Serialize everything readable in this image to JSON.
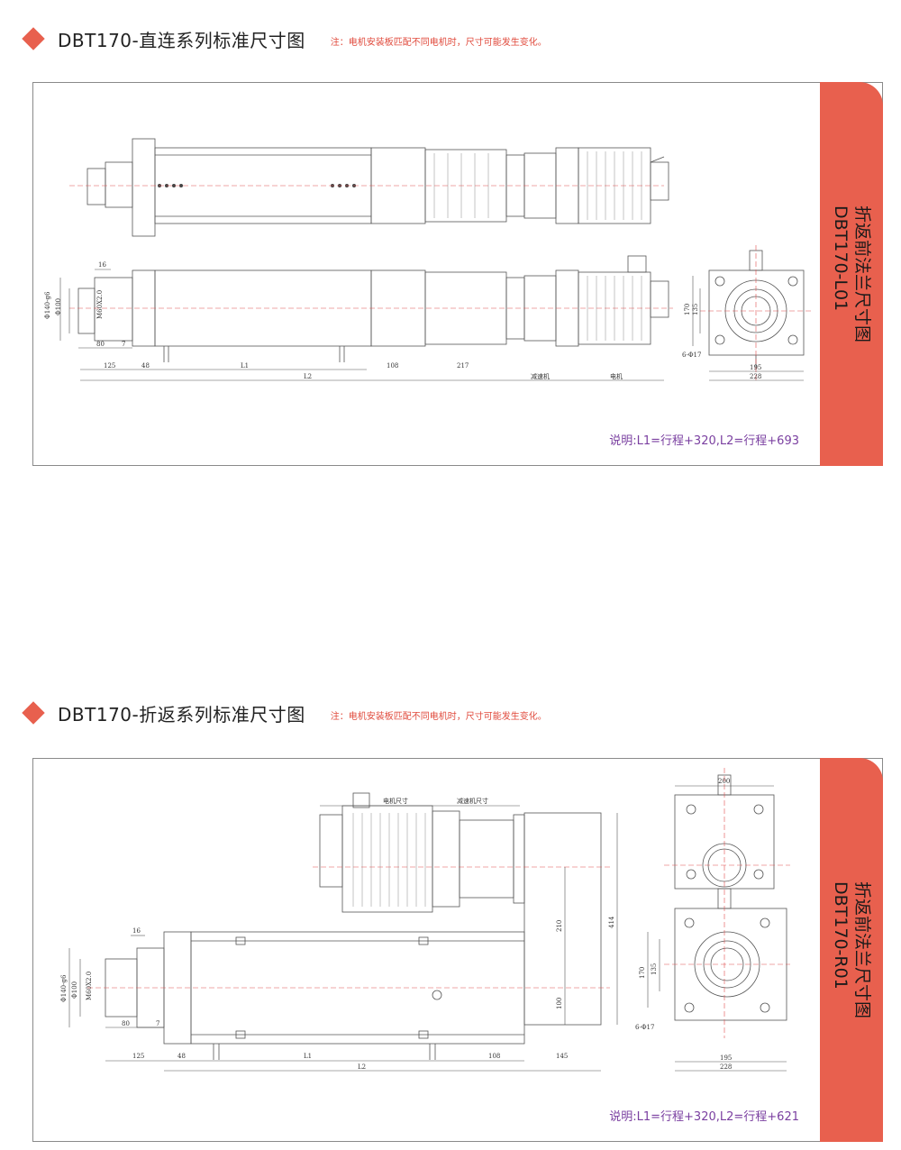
{
  "sections": [
    {
      "title": "DBT170-直连系列标准尺寸图",
      "note": "注：电机安装板匹配不同电机时，尺寸可能发生变化。",
      "tab_lines": [
        "折返前法兰尺寸图",
        "DBT170-L01"
      ],
      "formula": "说明:L1=行程+320,L2=行程+693",
      "dims": {
        "d16": "16",
        "d140": "Φ140-g6",
        "d100": "Φ100",
        "m60": "M60X2.0",
        "d80": "80",
        "d7": "7",
        "d125": "125",
        "d48": "48",
        "L1": "L1",
        "d108": "108",
        "d217": "217",
        "L2": "L2",
        "reducer": "减速机",
        "motor": "电机",
        "d170": "170",
        "d135": "135",
        "d6": "6-Φ17",
        "d195": "195",
        "d228": "228"
      }
    },
    {
      "title": "DBT170-折返系列标准尺寸图",
      "note": "注：电机安装板匹配不同电机时，尺寸可能发生变化。",
      "tab_lines": [
        "折返前法兰尺寸图",
        "DBT170-R01"
      ],
      "formula": "说明:L1=行程+320,L2=行程+621",
      "dims": {
        "motor_size": "电机尺寸",
        "reducer_size": "减速机尺寸",
        "d414": "414",
        "d210": "210",
        "d100v": "100",
        "d16": "16",
        "d140": "Φ140-g6",
        "d100": "Φ100",
        "m60": "M60X2.0",
        "d80": "80",
        "d7": "7",
        "d125": "125",
        "d48": "48",
        "L1": "L1",
        "d108": "108",
        "d145": "145",
        "L2": "L2",
        "d200": "200",
        "d170": "170",
        "d135": "135",
        "d6": "6-Φ17",
        "d195": "195",
        "d228": "228"
      }
    }
  ],
  "colors": {
    "accent": "#e8604e",
    "note": "#e04a3c",
    "formula": "#7a3fa0"
  }
}
